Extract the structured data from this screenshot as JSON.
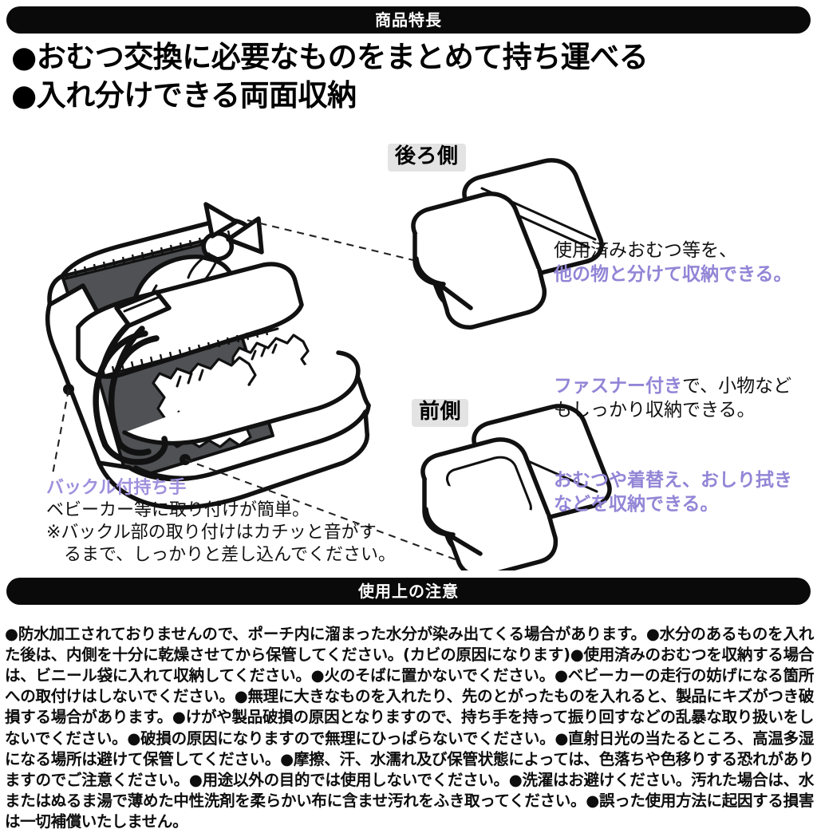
{
  "sections": {
    "features_header": "商品特長",
    "caution_header": "使用上の注意"
  },
  "headline": {
    "line1": "●おむつ交換に必要なものをまとめて持ち運べる",
    "line2": "●入れ分けできる両面収納"
  },
  "labels": {
    "back_side": "後ろ側",
    "front_side": "前側"
  },
  "notes": {
    "back": {
      "line1": "使用済みおむつ等を、",
      "line2": "他の物と分けて収納できる。"
    },
    "zipper": {
      "highlight": "ファスナー付き",
      "line1_rest": "で、小物など",
      "line2": "もしっかり収納できる。"
    },
    "front": {
      "line1": "おむつや着替え、おしり拭き",
      "line2": "などを収納できる。"
    },
    "buckle": {
      "title": "バックル付持ち手",
      "line1": "ベビーカー等に取り付けが簡単。",
      "line2": "※バックル部の取り付けはカチッと音がす",
      "line3": "るまで、しっかりと差し込んでください。"
    }
  },
  "caution_body": "●防水加工されておりませんので、ポーチ内に溜まった水分が染み出てくる場合があります。●水分のあるものを入れた後は、内側を十分に乾燥させてから保管してください。(カビの原因になります)●使用済みのおむつを収納する場合は、ビニール袋に入れて収納してください。●火のそばに置かないでください。●ベビーカーの走行の妨げになる箇所への取付けはしないでください。●無理に大きなものを入れたり、先のとがったものを入れると、製品にキズがつき破損する場合があります。●けがや製品破損の原因となりますので、持ち手を持って振り回すなどの乱暴な取り扱いをしないでください。●破損の原因になりますので無理にひっぱらないでください。●直射日光の当たるところ、高温多湿になる場所は避けて保管してください。●摩擦、汗、水濡れ及び保管状態によっては、色落ちや色移りする恐れがありますのでご注意ください。●用途以外の目的では使用しないでください。●洗濯はお避けください。汚れた場合は、水またはぬるま湯で薄めた中性洗剤を柔らかい布に含ませ汚れをふき取ってください。●誤った使用方法に起因する損害は一切補償いたしません。",
  "colors": {
    "highlight_purple": "#9285d6",
    "bar_black": "#0a0a0a",
    "label_bg": "#e3e3e3",
    "interior_gray": "#4f5154"
  },
  "illustration": {
    "main_pouch": "open two-sided diaper pouch with handle and buckle",
    "tied_bag": "knotted plastic bag in rear compartment",
    "diapers": "two folded diapers in front compartment",
    "back_pouch": "open pouch viewed from back side",
    "front_pouch": "open pouch viewed from front side"
  }
}
